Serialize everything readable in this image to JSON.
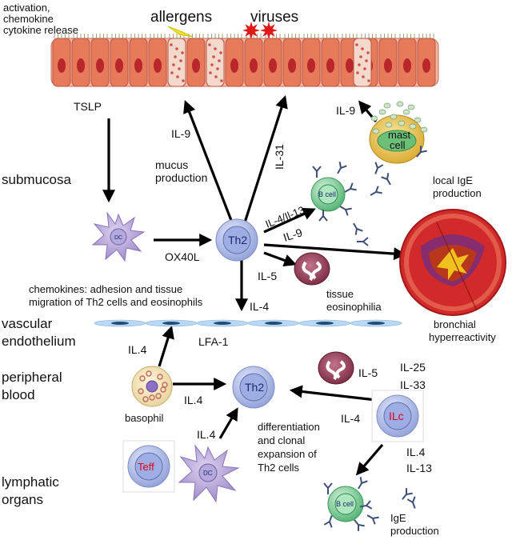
{
  "epithelium": {
    "top_label_line1": "activation,",
    "top_label_line2": "chemokine",
    "top_label_line3": "cytokine release",
    "allergens": "allergens",
    "viruses": "viruses"
  },
  "layers": {
    "submucosa": "submucosa",
    "vascular_line1": "vascular",
    "vascular_line2": "endothelium",
    "peripheral_line1": "peripheral",
    "peripheral_line2": "blood",
    "lymphatic_line1": "lymphatic",
    "lymphatic_line2": "organs"
  },
  "cells": {
    "dc": "DC",
    "th2": "Th2",
    "b_cell": "B cell",
    "mast_line1": "mast",
    "mast_line2": "cell",
    "ilc": "ILc",
    "teff": "Teff",
    "basophil": "basophil"
  },
  "labels": {
    "tslp": "TSLP",
    "il9_left": "IL-9",
    "mucus_line1": "mucus",
    "mucus_line2": "production",
    "il31": "IL-31",
    "il9_right": "IL-9",
    "local_ige_line1": "local IgE",
    "local_ige_line2": "production",
    "il4_il13": "IL-4/Il-13",
    "il9_mid": "IL-9",
    "ox40l": "OX40L",
    "il5": "IL-5",
    "tissue_eos_line1": "tissue",
    "tissue_eos_line2": "eosinophilia",
    "chemokines_line1": "chemokines: adhesion and tissue",
    "chemokines_line2": "migration of Th2 cells and eosinophils",
    "il4_vasc": "IL-4",
    "lfa1": "LFA-1",
    "bronchial_line1": "bronchial",
    "bronchial_line2": "hyperreactivity",
    "il4_baso_up": "IL.4",
    "il4_baso_right": "IL.4",
    "il5_ilc": "IL-5",
    "il25": "IL-25",
    "il33": "IL-33",
    "il4_ilc": "IL-4",
    "il4_dc": "IL.4",
    "diff_line1": "differentiation",
    "diff_line2": "and clonal",
    "diff_line3": "expansion of",
    "diff_line4": "Th2 cells",
    "il4_lower": "IL.4",
    "il13_lower": "IL-13",
    "ige_prod_line1": "IgE",
    "ige_prod_line2": "production"
  },
  "colors": {
    "epithelium_fill": "#e87a5c",
    "nucleus": "#b8262a",
    "th2_fill": "#aab6e3",
    "dc_fill": "#b3a3d6",
    "bcell_fill": "#6cc48a",
    "mast_fill": "#e9c64c",
    "eos_fill": "#9a3a52",
    "bronchus": "#c8202a",
    "endothelium": "#b9d8f1",
    "allergen": "#f0e32a",
    "virus": "#e01818"
  }
}
